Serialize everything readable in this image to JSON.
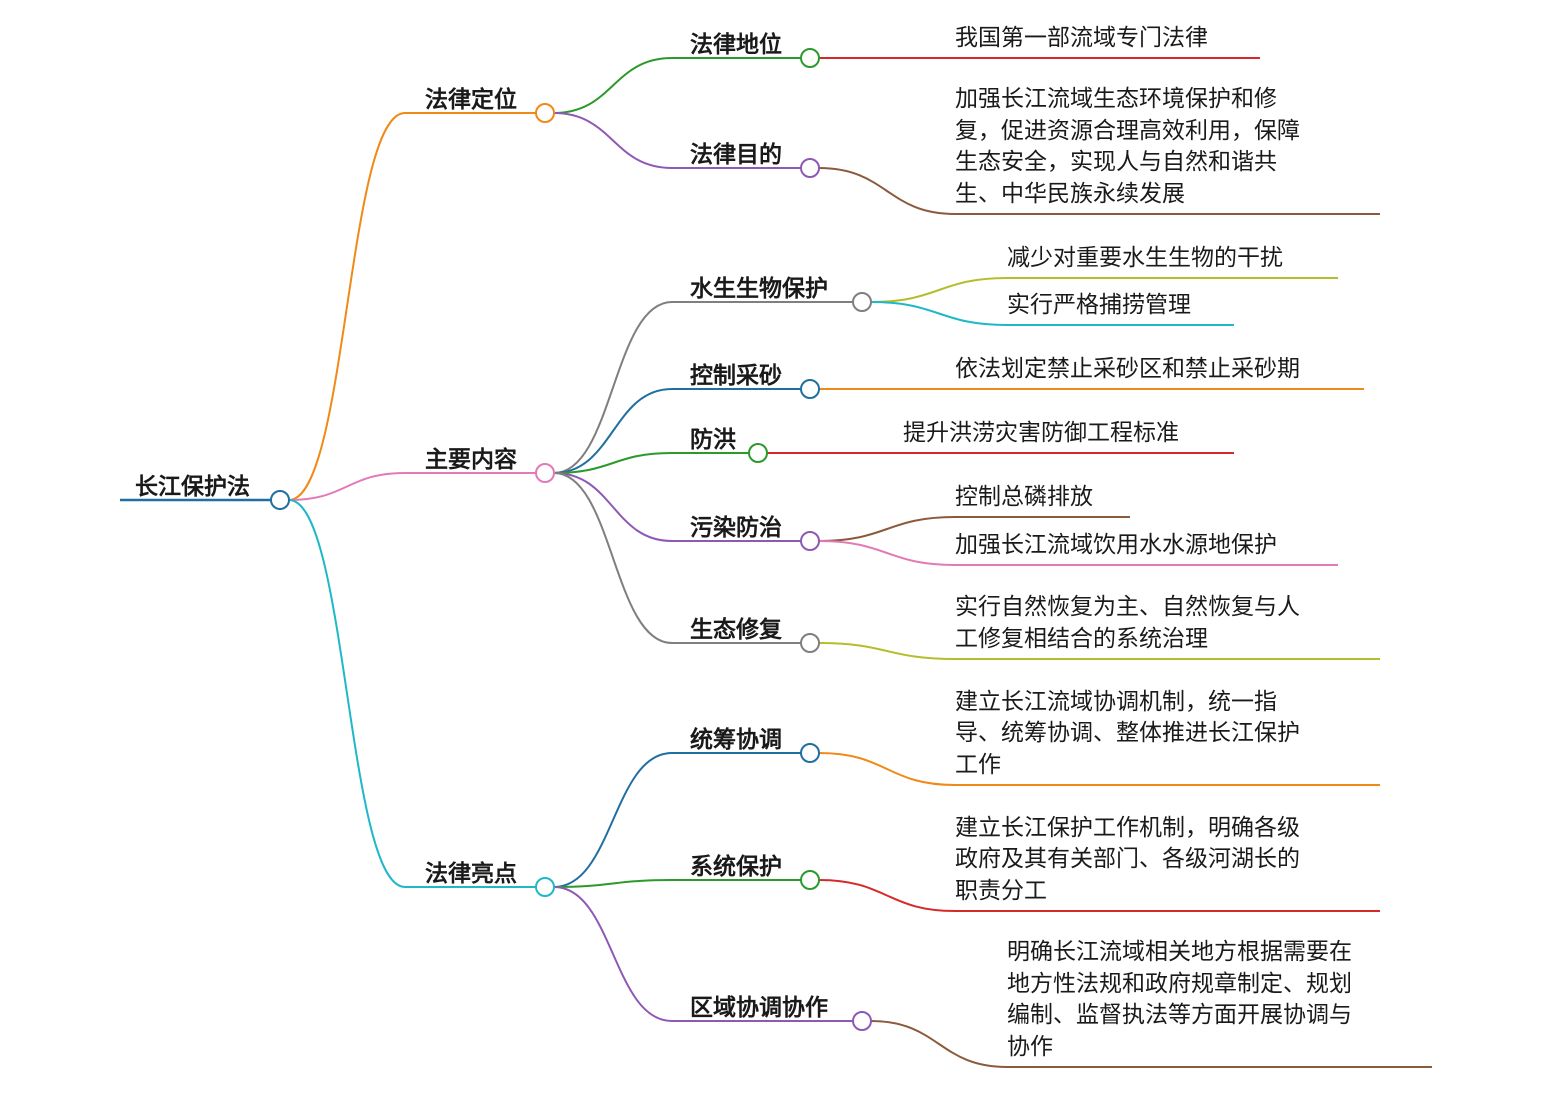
{
  "root": {
    "label": "长江保护法",
    "color": "#1f6fa0"
  },
  "branches": [
    {
      "label": "法律定位",
      "color": "#ef8a17",
      "children": [
        {
          "label": "法律地位",
          "color": "#2a9a2a",
          "leaves": [
            {
              "lines": [
                "我国第一部流域专门法律"
              ],
              "color": "#d62a2a"
            }
          ]
        },
        {
          "label": "法律目的",
          "color": "#8e59b5",
          "leaves": [
            {
              "lines": [
                "加强长江流域生态环境保护和修",
                "复，促进资源合理高效利用，保障",
                "生态安全，实现人与自然和谐共",
                "生、中华民族永续发展"
              ],
              "color": "#8b5a3c"
            }
          ]
        }
      ]
    },
    {
      "label": "主要内容",
      "color": "#e27ab7",
      "children": [
        {
          "label": "水生生物保护",
          "color": "#7f7f7f",
          "leaves": [
            {
              "lines": [
                "减少对重要水生生物的干扰"
              ],
              "color": "#b5bd2a"
            },
            {
              "lines": [
                "实行严格捕捞管理"
              ],
              "color": "#1fb8c9"
            }
          ]
        },
        {
          "label": "控制采砂",
          "color": "#1f6fa0",
          "leaves": [
            {
              "lines": [
                "依法划定禁止采砂区和禁止采砂期"
              ],
              "color": "#ef8a17"
            }
          ]
        },
        {
          "label": "防洪",
          "color": "#2a9a2a",
          "leaves": [
            {
              "lines": [
                "提升洪涝灾害防御工程标准"
              ],
              "color": "#d62a2a"
            }
          ]
        },
        {
          "label": "污染防治",
          "color": "#8e59b5",
          "leaves": [
            {
              "lines": [
                "控制总磷排放"
              ],
              "color": "#8b5a3c"
            },
            {
              "lines": [
                "加强长江流域饮用水水源地保护"
              ],
              "color": "#e27ab7"
            }
          ]
        },
        {
          "label": "生态修复",
          "color": "#7f7f7f",
          "leaves": [
            {
              "lines": [
                "实行自然恢复为主、自然恢复与人",
                "工修复相结合的系统治理"
              ],
              "color": "#b5bd2a"
            }
          ]
        }
      ]
    },
    {
      "label": "法律亮点",
      "color": "#1fb8c9",
      "children": [
        {
          "label": "统筹协调",
          "color": "#1f6fa0",
          "leaves": [
            {
              "lines": [
                "建立长江流域协调机制，统一指",
                "导、统筹协调、整体推进长江保护",
                "工作"
              ],
              "color": "#ef8a17"
            }
          ]
        },
        {
          "label": "系统保护",
          "color": "#2a9a2a",
          "leaves": [
            {
              "lines": [
                "建立长江保护工作机制，明确各级",
                "政府及其有关部门、各级河湖长的",
                "职责分工"
              ],
              "color": "#d62a2a"
            }
          ]
        },
        {
          "label": "区域协调协作",
          "color": "#8e59b5",
          "leaves": [
            {
              "lines": [
                "明确长江流域相关地方根据需要在",
                "地方性法规和政府规章制定、规划",
                "编制、监督执法等方面开展协调与",
                "协作"
              ],
              "color": "#8b5a3c"
            }
          ]
        }
      ]
    }
  ]
}
